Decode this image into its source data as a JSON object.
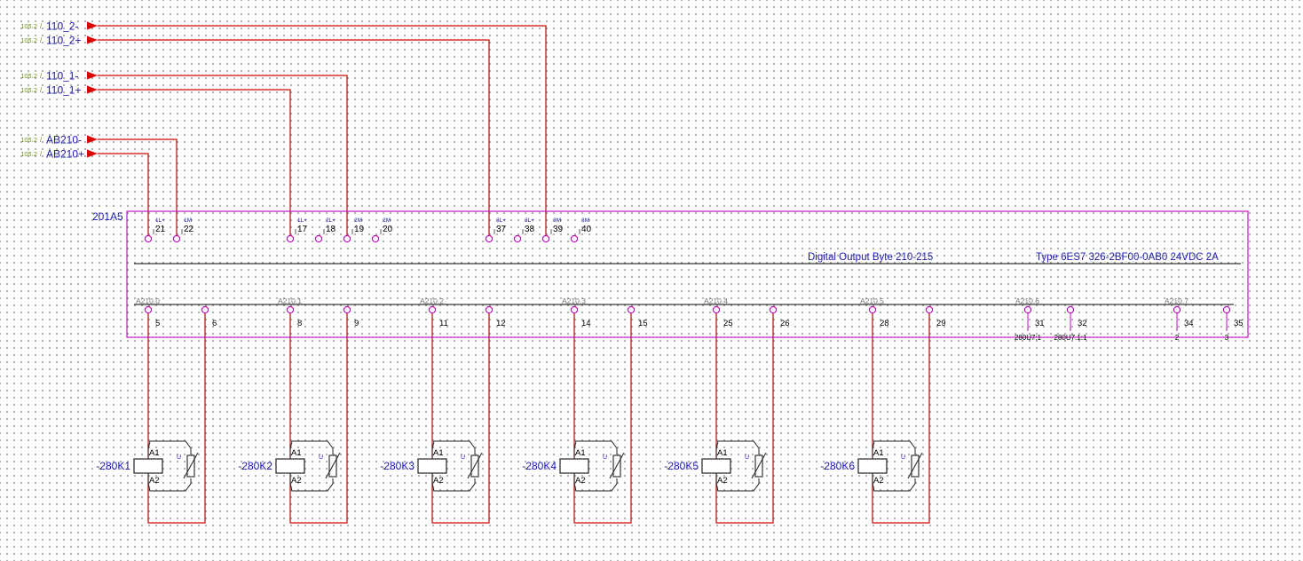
{
  "colors": {
    "wire": "#d00000",
    "arrow": "#e00000",
    "module_border": "#c000c0",
    "terminal": "#c000c0",
    "text_blue": "#1a1ab0",
    "text_green": "#6b8e23",
    "line": "#000000"
  },
  "module": {
    "tag": "201A5",
    "description": "Digital Output Byte  210-215",
    "type_text": "Type 6ES7 326-2BF00-0AB0 24VDC 2A"
  },
  "supply_nets": [
    {
      "ref": "105.2",
      "name": "110_2-"
    },
    {
      "ref": "105.2",
      "name": "110_2+"
    },
    {
      "ref": "105.2",
      "name": "110_1-"
    },
    {
      "ref": "105.2",
      "name": "110_1+"
    },
    {
      "ref": "105.2",
      "name": "AB210-"
    },
    {
      "ref": "105.2",
      "name": "AB210+"
    }
  ],
  "top_terminals": [
    {
      "num": "21",
      "func": "1L+"
    },
    {
      "num": "22",
      "func": "1M"
    },
    {
      "num": "17",
      "func": "1L+"
    },
    {
      "num": "18",
      "func": "2L+"
    },
    {
      "num": "19",
      "func": "2M"
    },
    {
      "num": "20",
      "func": "2M"
    },
    {
      "num": "37",
      "func": "3L+"
    },
    {
      "num": "38",
      "func": "3L+"
    },
    {
      "num": "39",
      "func": "3M"
    },
    {
      "num": "40",
      "func": "3M"
    }
  ],
  "outputs": [
    {
      "addr": "A210.0",
      "t1": "5",
      "t2": "6"
    },
    {
      "addr": "A210.1",
      "t1": "8",
      "t2": "9"
    },
    {
      "addr": "A210.2",
      "t1": "11",
      "t2": "12"
    },
    {
      "addr": "A210.3",
      "t1": "14",
      "t2": "15"
    },
    {
      "addr": "A210.4",
      "t1": "25",
      "t2": "26"
    },
    {
      "addr": "A210.5",
      "t1": "28",
      "t2": "29"
    },
    {
      "addr": "A210.6",
      "t1": "31",
      "t2": "32",
      "dest1": "280U7:1",
      "dest2": "280U7.1:1"
    },
    {
      "addr": "A210.7",
      "t1": "34",
      "t2": "35",
      "dest1": "2",
      "dest2": "3"
    }
  ],
  "relays": [
    {
      "tag": "-280K1",
      "a1": "A1",
      "a2": "A2",
      "diode": "U"
    },
    {
      "tag": "-280K2",
      "a1": "A1",
      "a2": "A2",
      "diode": "U"
    },
    {
      "tag": "-280K3",
      "a1": "A1",
      "a2": "A2",
      "diode": "U"
    },
    {
      "tag": "-280K4",
      "a1": "A1",
      "a2": "A2",
      "diode": "U"
    },
    {
      "tag": "-280K5",
      "a1": "A1",
      "a2": "A2",
      "diode": "U"
    },
    {
      "tag": "-280K6",
      "a1": "A1",
      "a2": "A2",
      "diode": "U"
    }
  ]
}
